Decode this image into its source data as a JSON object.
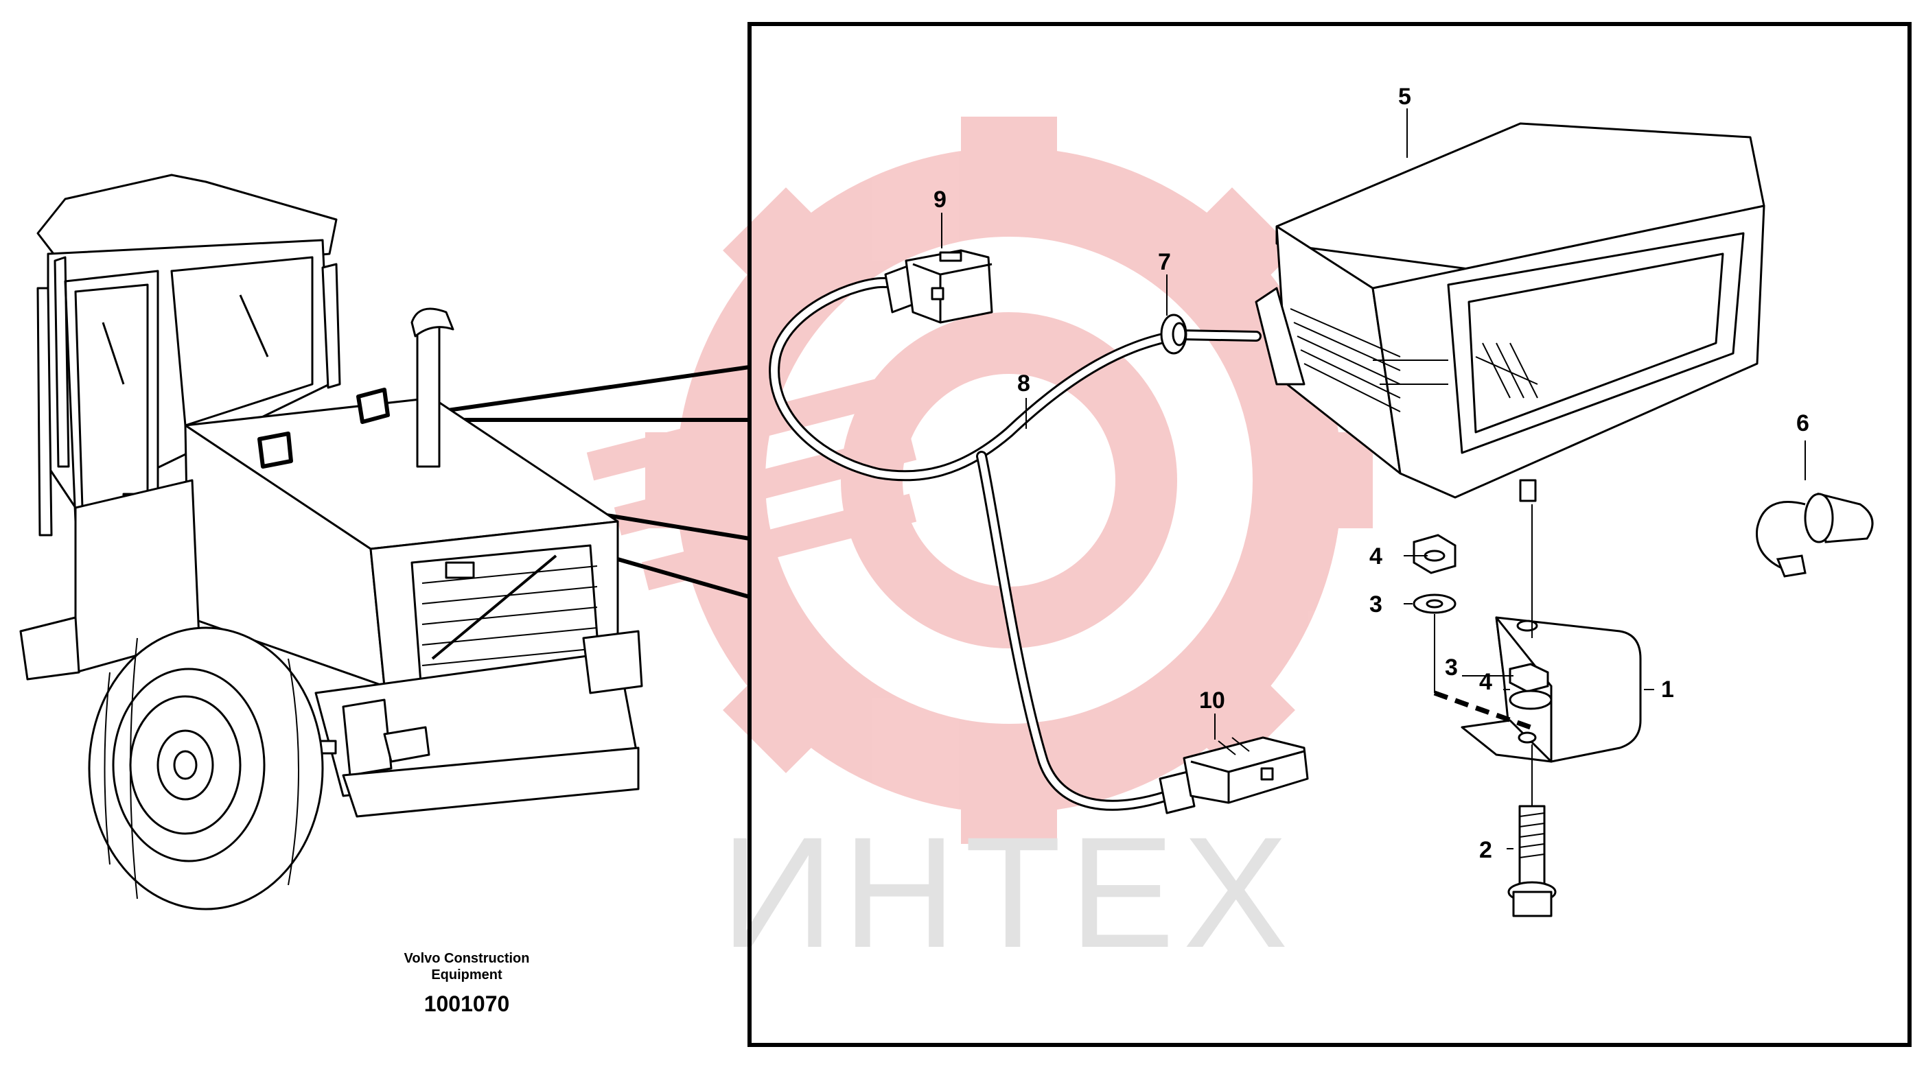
{
  "footer": {
    "brand_line1": "Volvo Construction",
    "brand_line2": "Equipment",
    "drawing_number": "1001070"
  },
  "watermark": {
    "text": "ИНТЕХ",
    "gear_color": "#f4b9b9",
    "text_color": "#e2e2e2"
  },
  "callouts": {
    "c1": "1",
    "c2": "2",
    "c3a": "3",
    "c3b": "3",
    "c4a": "4",
    "c4b": "4",
    "c5": "5",
    "c6": "6",
    "c7": "7",
    "c8": "8",
    "c9": "9",
    "c10": "10"
  },
  "parts": [
    {
      "id": "1",
      "name": "bracket"
    },
    {
      "id": "2",
      "name": "bolt"
    },
    {
      "id": "3",
      "name": "washer"
    },
    {
      "id": "4",
      "name": "nut"
    },
    {
      "id": "5",
      "name": "work-lamp"
    },
    {
      "id": "6",
      "name": "bulb"
    },
    {
      "id": "7",
      "name": "grommet"
    },
    {
      "id": "8",
      "name": "cable-harness"
    },
    {
      "id": "9",
      "name": "lamp-connector"
    },
    {
      "id": "10",
      "name": "harness-connector"
    }
  ]
}
